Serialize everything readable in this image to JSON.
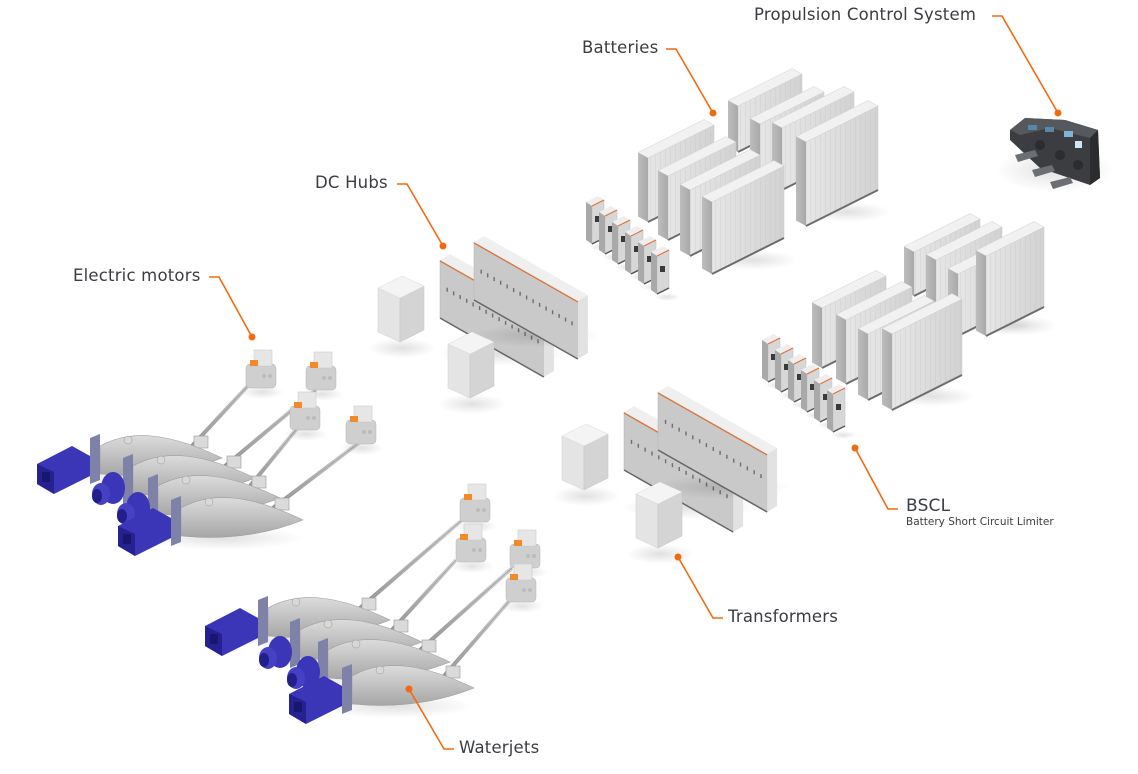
{
  "diagram": {
    "title": "Hybrid electric waterjet propulsion system overview",
    "accent_color": "#f26a10",
    "text_color": "#3a3d42",
    "labels": {
      "propulsion_control": "Propulsion Control System",
      "batteries": "Batteries",
      "dc_hubs": "DC Hubs",
      "electric_motors": "Electric motors",
      "bscl": "BSCL",
      "bscl_full": "Battery Short Circuit Limiter",
      "transformers": "Transformers",
      "waterjets": "Waterjets"
    },
    "components": [
      {
        "name": "Propulsion Control System",
        "count": 1
      },
      {
        "name": "Battery racks (upper group)",
        "count": 8
      },
      {
        "name": "Battery racks (lower group)",
        "count": 8
      },
      {
        "name": "BSCL cabinets (upper group)",
        "count": 6
      },
      {
        "name": "BSCL cabinets (lower group)",
        "count": 6
      },
      {
        "name": "DC Hubs",
        "count": 4
      },
      {
        "name": "Transformers",
        "count": 4
      },
      {
        "name": "Electric motors",
        "count": 8
      },
      {
        "name": "Waterjets",
        "count": 8
      }
    ]
  }
}
